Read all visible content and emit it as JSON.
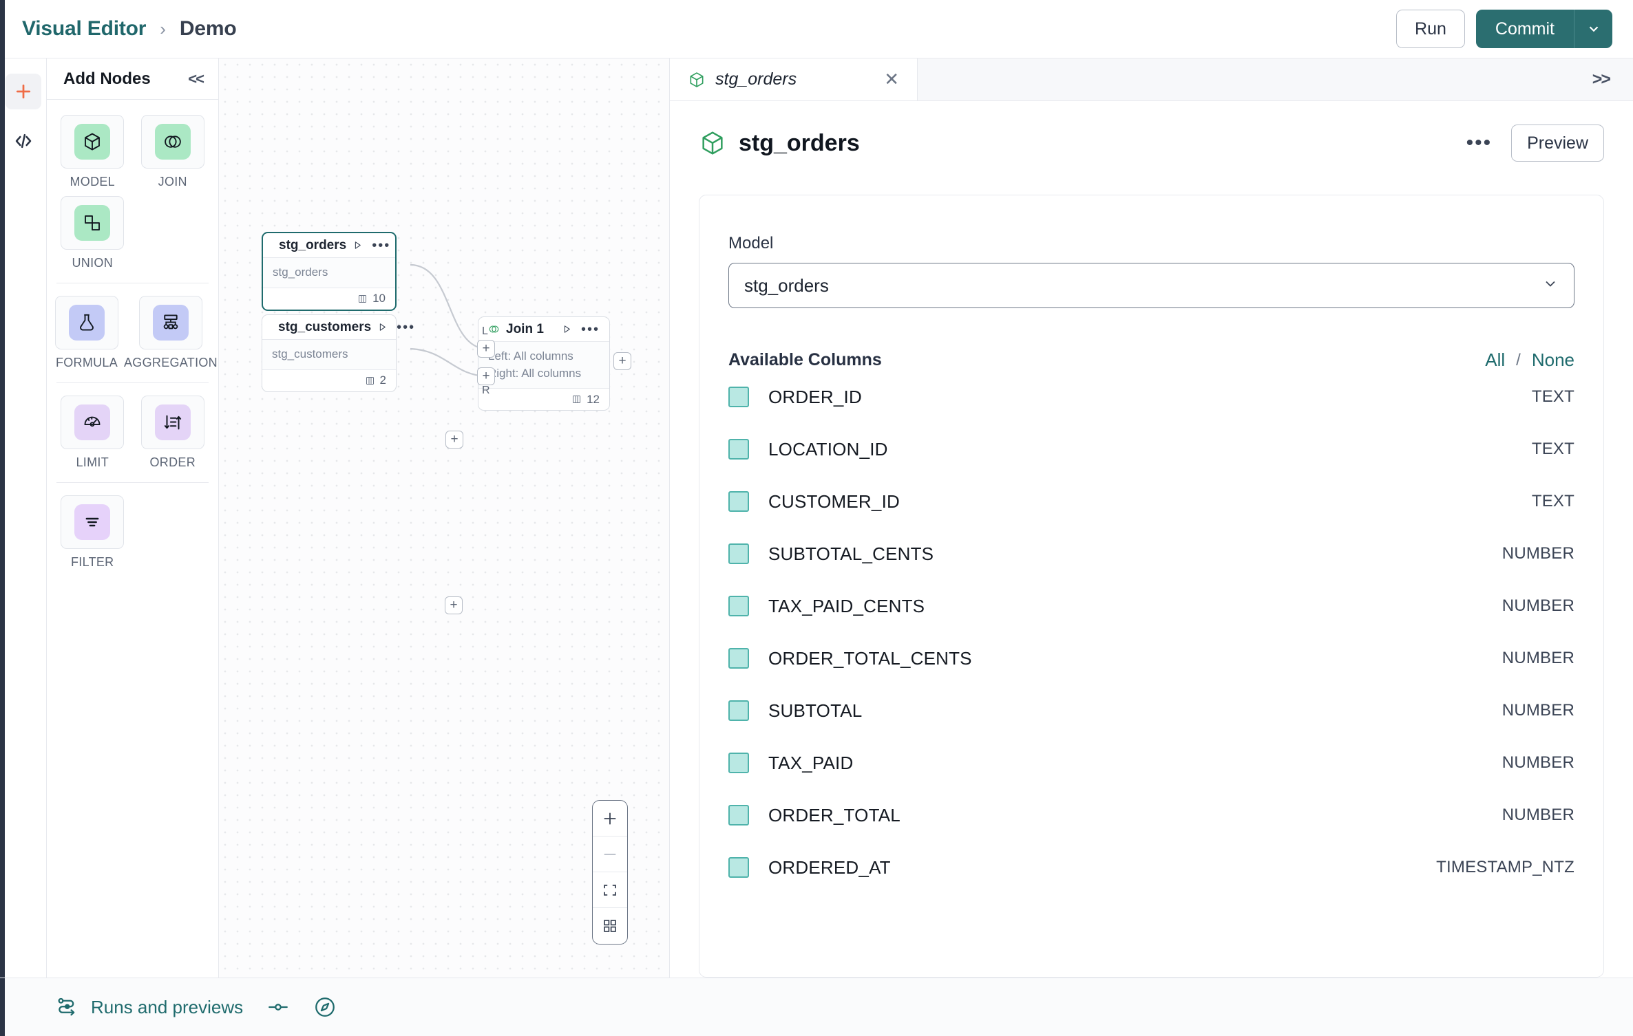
{
  "topbar": {
    "breadcrumb_root": "Visual Editor",
    "breadcrumb_sep": "›",
    "breadcrumb_current": "Demo",
    "run_label": "Run",
    "commit_label": "Commit"
  },
  "rail": {
    "add_icon": "plus-icon",
    "code_icon": "code-icon"
  },
  "nodes_panel": {
    "title": "Add Nodes",
    "collapse_label": "<<",
    "groups": [
      {
        "items": [
          {
            "label": "MODEL",
            "icon": "cube-icon",
            "chip_color": "#abe8c4"
          },
          {
            "label": "JOIN",
            "icon": "venn-icon",
            "chip_color": "#abe8c4"
          },
          {
            "label": "UNION",
            "icon": "union-icon",
            "chip_color": "#abe8c4"
          }
        ]
      },
      {
        "items": [
          {
            "label": "FORMULA",
            "icon": "flask-icon",
            "chip_color": "#c3caf6"
          },
          {
            "label": "AGGREGATION",
            "icon": "hierarchy-icon",
            "chip_color": "#c3caf6"
          }
        ]
      },
      {
        "items": [
          {
            "label": "LIMIT",
            "icon": "gauge-icon",
            "chip_color": "#e4d4f7"
          },
          {
            "label": "ORDER",
            "icon": "sort-icon",
            "chip_color": "#e4d4f7"
          }
        ]
      },
      {
        "items": [
          {
            "label": "FILTER",
            "icon": "filter-icon",
            "chip_color": "#e6d2fa"
          }
        ]
      }
    ]
  },
  "canvas": {
    "nodes": [
      {
        "id": "stg_orders",
        "title": "stg_orders",
        "icon": "cube-icon",
        "body_lines": [
          "stg_orders"
        ],
        "column_count": "10",
        "selected": true
      },
      {
        "id": "stg_customers",
        "title": "stg_customers",
        "icon": "cube-icon",
        "body_lines": [
          "stg_customers"
        ],
        "column_count": "2",
        "selected": false
      },
      {
        "id": "join_1",
        "title": "Join 1",
        "icon": "venn-icon",
        "body_lines": [
          "Left: All columns",
          "Right: All columns"
        ],
        "column_count": "12",
        "selected": false,
        "input_port_labels": [
          "L",
          "R"
        ]
      }
    ],
    "port_glyph": "+",
    "zoom_controls": [
      {
        "name": "zoom-in",
        "glyph": "+"
      },
      {
        "name": "zoom-out",
        "glyph": "−"
      },
      {
        "name": "fit-view",
        "glyph": "fit"
      },
      {
        "name": "minimap-toggle",
        "glyph": "grid"
      }
    ]
  },
  "right_panel": {
    "tab_label": "stg_orders",
    "tab_icon": "cube-icon",
    "expand_label": ">>",
    "title": "stg_orders",
    "preview_label": "Preview",
    "more_label": "•••",
    "model_field_label": "Model",
    "model_value": "stg_orders",
    "columns_title": "Available Columns",
    "link_all": "All",
    "link_sep": "/",
    "link_none": "None",
    "columns": [
      {
        "name": "ORDER_ID",
        "type": "TEXT",
        "checked": true
      },
      {
        "name": "LOCATION_ID",
        "type": "TEXT",
        "checked": true
      },
      {
        "name": "CUSTOMER_ID",
        "type": "TEXT",
        "checked": true
      },
      {
        "name": "SUBTOTAL_CENTS",
        "type": "NUMBER",
        "checked": true
      },
      {
        "name": "TAX_PAID_CENTS",
        "type": "NUMBER",
        "checked": true
      },
      {
        "name": "ORDER_TOTAL_CENTS",
        "type": "NUMBER",
        "checked": true
      },
      {
        "name": "SUBTOTAL",
        "type": "NUMBER",
        "checked": true
      },
      {
        "name": "TAX_PAID",
        "type": "NUMBER",
        "checked": true
      },
      {
        "name": "ORDER_TOTAL",
        "type": "NUMBER",
        "checked": true
      },
      {
        "name": "ORDERED_AT",
        "type": "TIMESTAMP_NTZ",
        "checked": true
      }
    ]
  },
  "bottombar": {
    "runs_label": "Runs and previews",
    "runs_icon": "flow-icon",
    "toggle_icon": "slider-icon",
    "compass_icon": "compass-icon"
  },
  "colors": {
    "accent_teal": "#2b6e70",
    "link_teal": "#1f6b6d",
    "orange": "#ef6c45",
    "green_icon": "#2f9e5e",
    "checkbox_fill": "#b9e8e3",
    "checkbox_border": "#4fb3ab"
  }
}
